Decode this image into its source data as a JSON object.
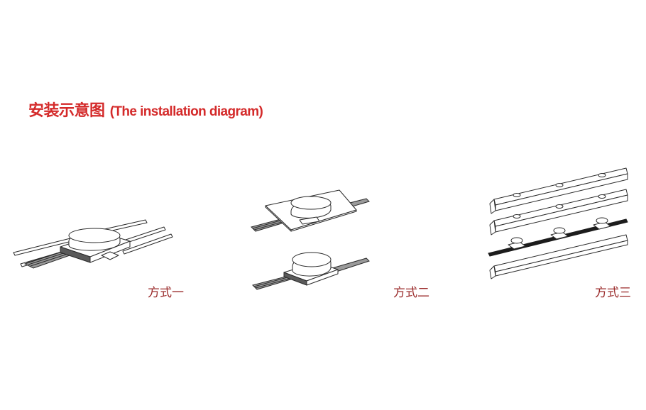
{
  "title": {
    "zh": "安装示意图",
    "en": "(The installation diagram)",
    "color": "#d42a2a"
  },
  "methods": [
    {
      "label": "方式一"
    },
    {
      "label": "方式二"
    },
    {
      "label": "方式三"
    }
  ],
  "caption_color": "#9a2a2a"
}
